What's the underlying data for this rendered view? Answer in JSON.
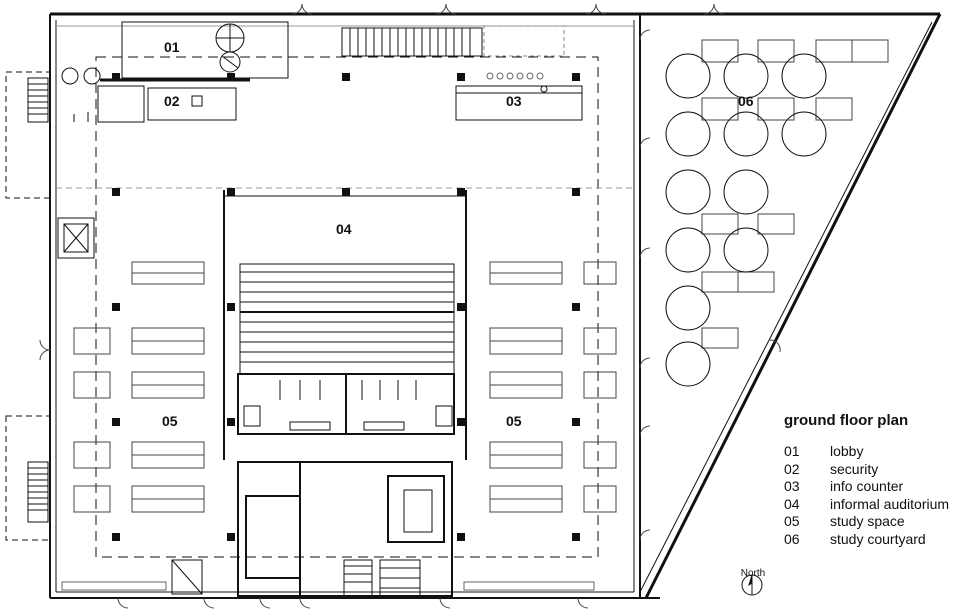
{
  "title": "ground floor plan",
  "legend": [
    {
      "num": "01",
      "label": "lobby"
    },
    {
      "num": "02",
      "label": "security"
    },
    {
      "num": "03",
      "label": "info counter"
    },
    {
      "num": "04",
      "label": "informal auditorium"
    },
    {
      "num": "05",
      "label": "study space"
    },
    {
      "num": "06",
      "label": "study courtyard"
    }
  ],
  "rooms": {
    "r01": "01",
    "r02": "02",
    "r03": "03",
    "r04": "04",
    "r05_left": "05",
    "r05_right": "05",
    "r06": "06"
  },
  "north_label": "North",
  "colors": {
    "ink": "#111111",
    "paper": "#ffffff",
    "grey": "#888888"
  }
}
